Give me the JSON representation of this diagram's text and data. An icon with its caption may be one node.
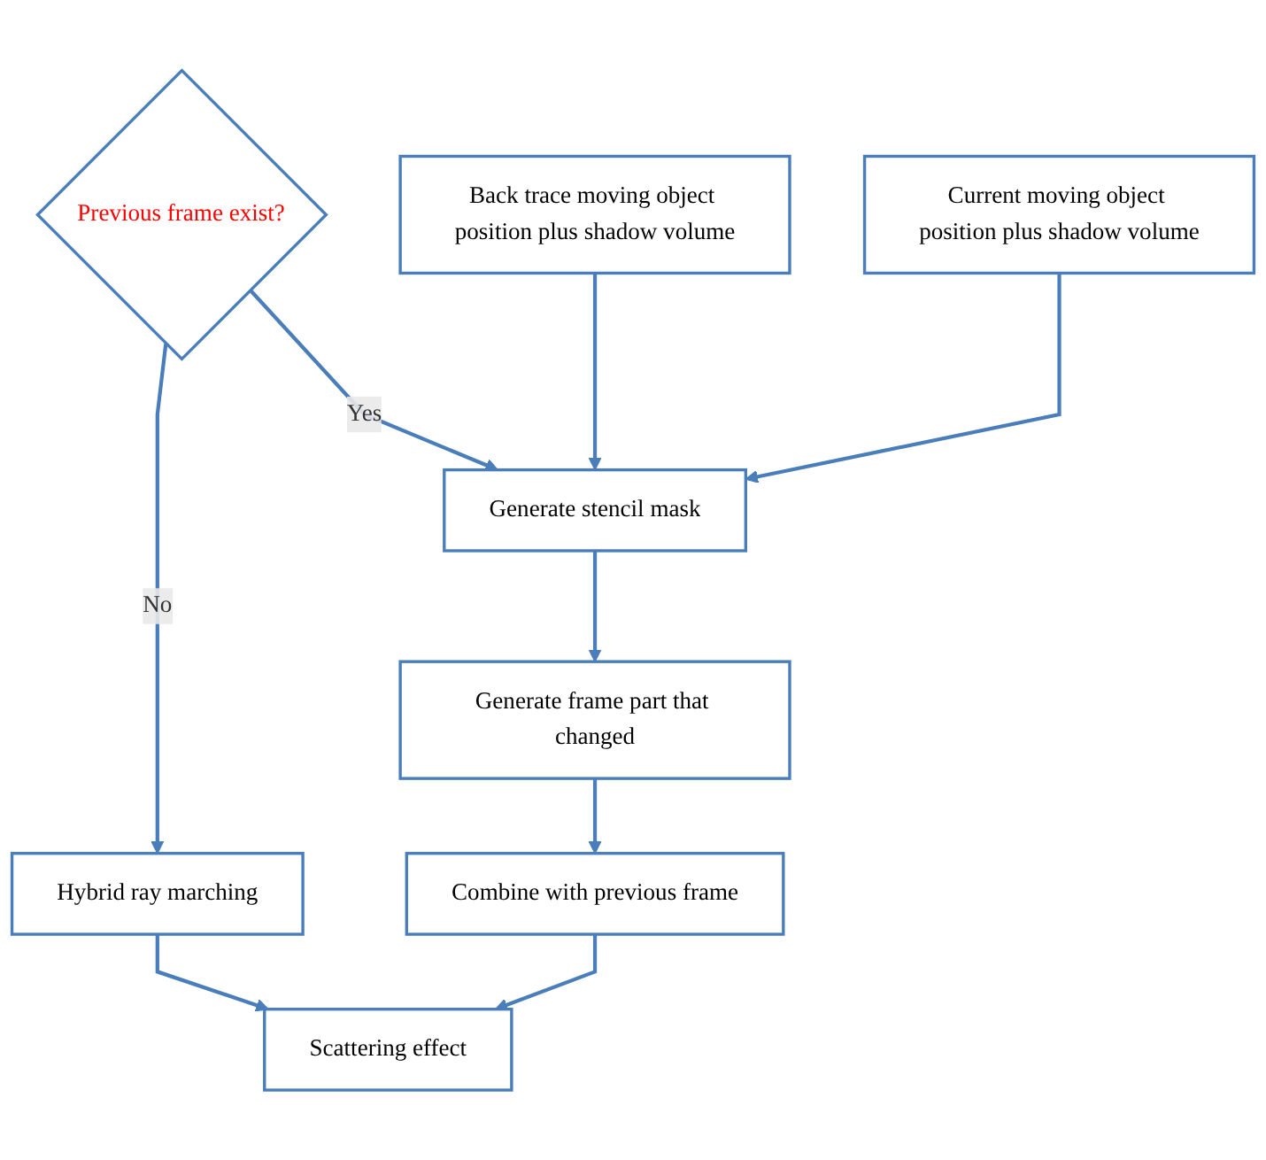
{
  "diagram": {
    "nodes": [
      {
        "text": [
          "Previous frame exist?"
        ]
      },
      {
        "text": [
          "Hybrid ray marching"
        ]
      },
      {
        "text": [
          "Back trace moving object position plus shadow volume"
        ]
      },
      {
        "text": [
          "Generate stencil mask"
        ]
      },
      {
        "text": [
          "Current moving object position plus shadow volume"
        ]
      },
      {
        "text": [
          "Generate frame part that changed"
        ]
      },
      {
        "text": [
          "Scattering effect"
        ]
      },
      {
        "text": [
          "Combine with previous frame"
        ]
      }
    ],
    "edges": [
      {
        "from": 0,
        "to": 1,
        "arrow": "to",
        "label": "No"
      },
      {
        "from": 0,
        "to": 3,
        "arrow": "to",
        "label": "Yes"
      },
      {
        "from": 2,
        "to": 3,
        "arrow": "to"
      },
      {
        "from": 4,
        "to": 3,
        "arrow": "to"
      },
      {
        "from": 3,
        "to": 5,
        "arrow": "to"
      },
      {
        "from": 1,
        "to": 6,
        "arrow": "to"
      },
      {
        "from": 5,
        "to": 7,
        "arrow": "to"
      },
      {
        "from": 7,
        "to": 6,
        "arrow": "to"
      }
    ]
  }
}
